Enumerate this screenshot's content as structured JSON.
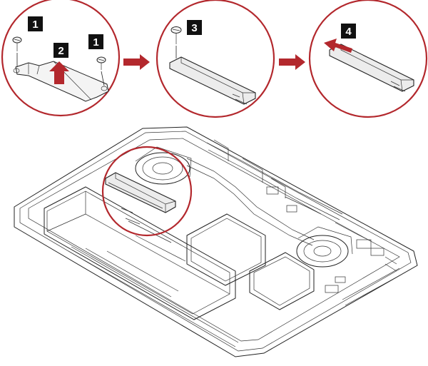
{
  "colors": {
    "accent": "#b3282d",
    "badge": "#111111",
    "line": "#222222",
    "part_fill": "#ececec"
  },
  "steps": {
    "panel1": {
      "screw_badge_left": "1",
      "lift_badge": "2",
      "screw_badge_right": "1"
    },
    "panel2": {
      "screw_badge": "3"
    },
    "panel3": {
      "insert_badge": "4"
    }
  },
  "icons": [
    "screw-icon",
    "lift-arrow-icon",
    "insert-arrow-icon",
    "flow-arrow-icon"
  ]
}
